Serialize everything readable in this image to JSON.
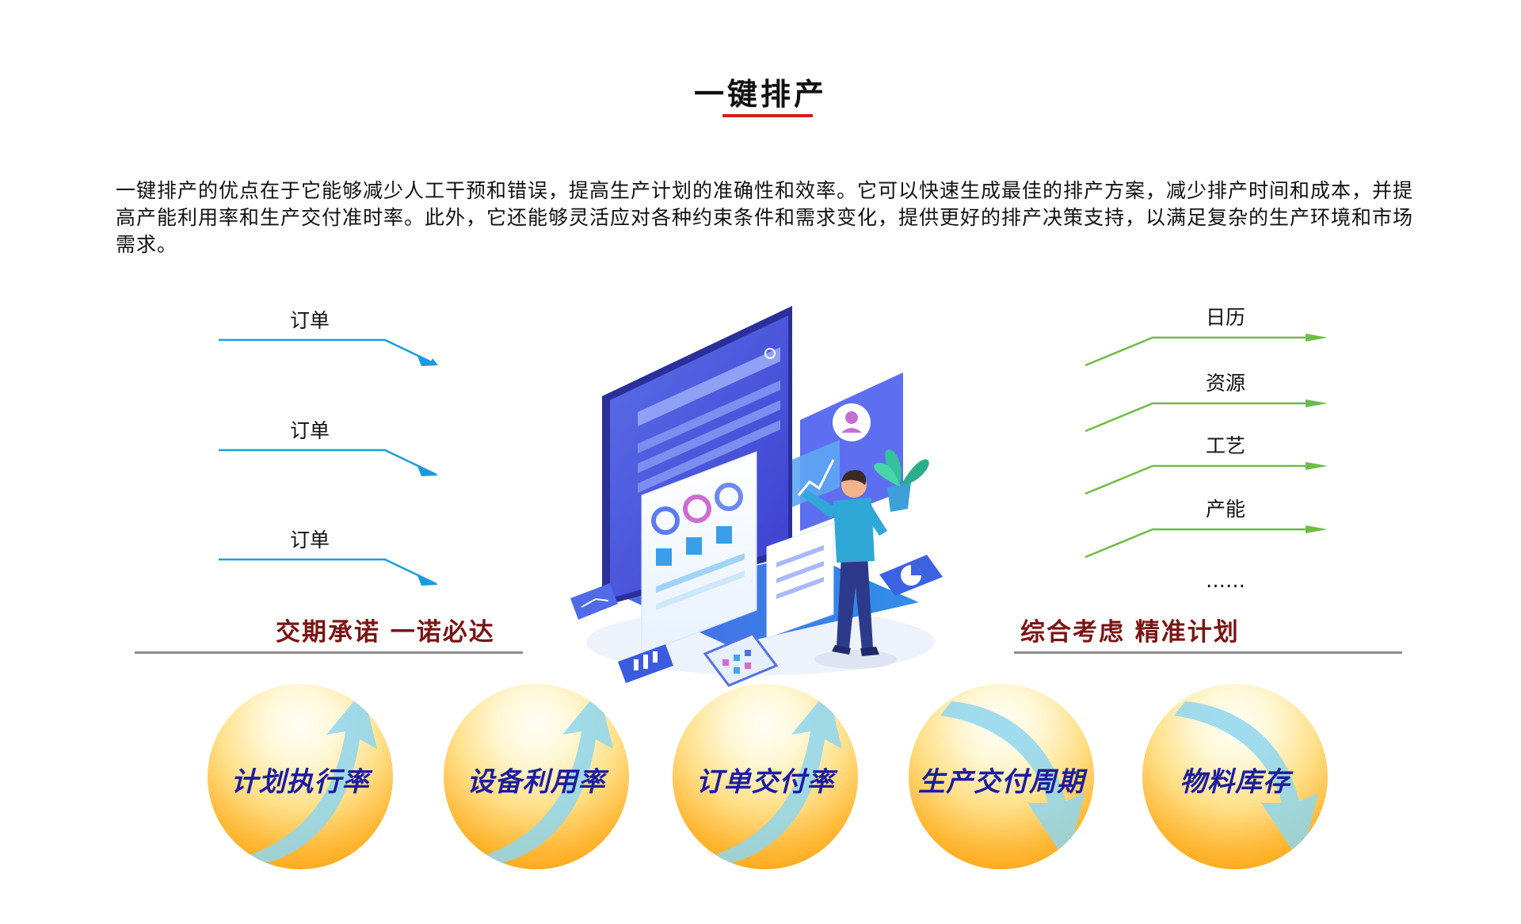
{
  "header": {
    "title": "一键排产"
  },
  "intro": {
    "text": "一键排产的优点在于它能够减少人工干预和错误，提高生产计划的准确性和效率。它可以快速生成最佳的排产方案，减少排产时间和成本，并提高产能利用率和生产交付准时率。此外，它还能够灵活应对各种约束条件和需求变化，提供更好的排产决策支持，以满足复杂的生产环境和市场需求。"
  },
  "inputs": {
    "items": [
      "订单",
      "订单",
      "订单"
    ],
    "slogan": "交期承诺 一诺必达"
  },
  "outputs": {
    "items": [
      "日历",
      "资源",
      "工艺",
      "产能"
    ],
    "more": "……",
    "slogan": "综合考虑 精准计划"
  },
  "kpis": [
    {
      "label": "计划执行率",
      "direction": "up"
    },
    {
      "label": "设备利用率",
      "direction": "up"
    },
    {
      "label": "订单交付率",
      "direction": "up"
    },
    {
      "label": "生产交付周期",
      "direction": "down"
    },
    {
      "label": "物料库存",
      "direction": "down"
    }
  ],
  "colors": {
    "accent_red": "#d21f1f",
    "slogan": "#7b1414",
    "input_arrow": "#1a9be0",
    "output_arrow": "#6cbd45",
    "kpi_text": "#1d1d9e"
  }
}
